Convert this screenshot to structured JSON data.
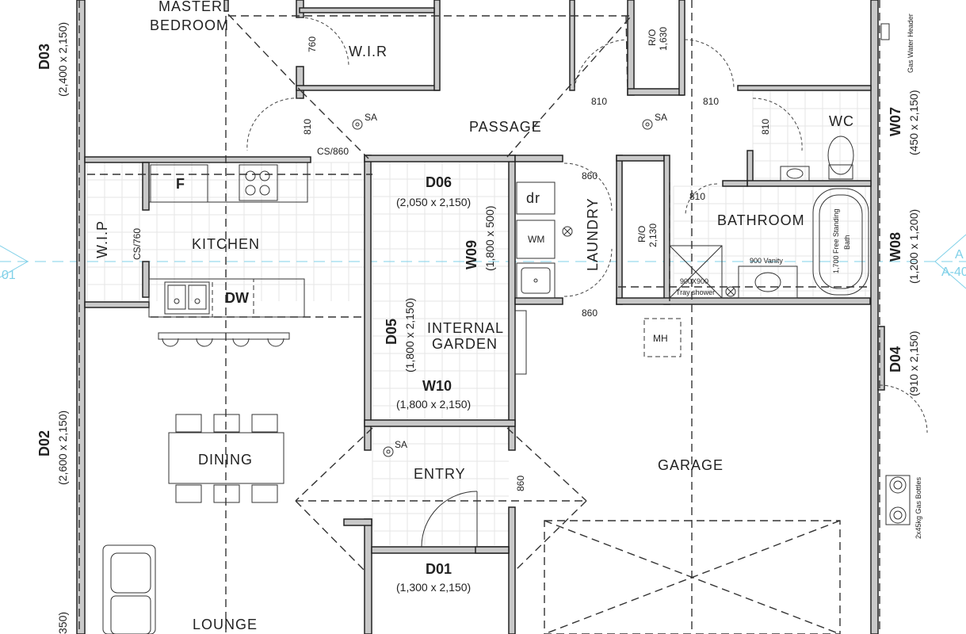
{
  "rooms": {
    "master_bedroom": [
      "MASTER",
      "BEDROOM"
    ],
    "wir": "W.I.R",
    "passage": "PASSAGE",
    "wc": "WC",
    "kitchen": "KITCHEN",
    "wip": "W.I.P",
    "bathroom": "BATHROOM",
    "laundry": "LAUNDRY",
    "internal_garden": [
      "INTERNAL",
      "GARDEN"
    ],
    "dining": "DINING",
    "entry": "ENTRY",
    "garage": "GARAGE",
    "lounge": "LOUNGE"
  },
  "openings": {
    "d03": {
      "code": "D03",
      "size": "(2,400 x 2,150)"
    },
    "d02": {
      "code": "D02",
      "size": "(2,600 x 2,150)"
    },
    "lounge_door_size": "350)",
    "d06": {
      "code": "D06",
      "size": "(2,050 x 2,150)"
    },
    "w09": {
      "code": "W09",
      "size": "(1,800 x 500)"
    },
    "d05": {
      "code": "D05",
      "size": "(1,800 x 2,150)"
    },
    "w10": {
      "code": "W10",
      "size": "(1,800 x 2,150)"
    },
    "d01": {
      "code": "D01",
      "size": "(1,300 x 2,150)"
    },
    "w07": {
      "code": "W07",
      "size": "(450 x 2,150)"
    },
    "w08": {
      "code": "W08",
      "size": "(1,200 x 1,200)"
    },
    "d04": {
      "code": "D04",
      "size": "(910 x 2,150)"
    }
  },
  "fixtures": {
    "fridge": "F",
    "dishwasher": "DW",
    "dryer": "dr",
    "washing_machine": "WM",
    "manhole": "MH",
    "smoke_alarm": "SA",
    "cs860": "CS/860",
    "cs760": "CS/760",
    "ro_top": [
      "R/O",
      "1,630"
    ],
    "ro_mid": [
      "R/O",
      "2,130"
    ],
    "vanity": "900 Vanity",
    "shower": [
      "900X900",
      "Tray shower"
    ],
    "bath": [
      "1,700 Free Standing",
      "Bath"
    ],
    "gas_water_heater": "Gas Water Header",
    "gas_bottles": "2x45kg Gas Bottles"
  },
  "dims": {
    "d760": "760",
    "d810a": "810",
    "d810b": "810",
    "d810c": "810",
    "d810d": "810",
    "d810e": "810",
    "d860a": "860",
    "d860b": "860",
    "d860c": "860"
  },
  "grid_marks": {
    "left_ref": "01",
    "right_ref_a": "A",
    "right_ref_b": "A-40"
  }
}
